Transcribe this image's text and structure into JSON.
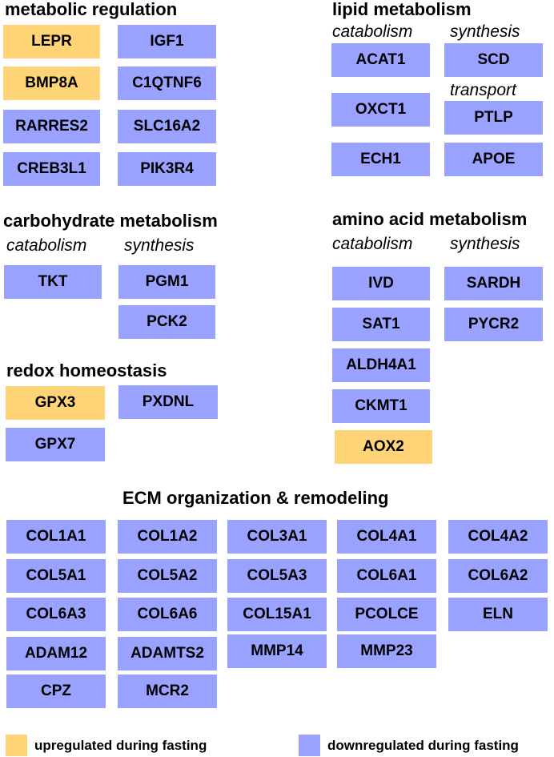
{
  "colors": {
    "up": "#fed476",
    "down": "#9aa2ff"
  },
  "sections": {
    "metabolic": {
      "title": "metabolic regulation",
      "genes": [
        "LEPR",
        "IGF1",
        "BMP8A",
        "C1QTNF6",
        "RARRES2",
        "SLC16A2",
        "CREB3L1",
        "PIK3R4"
      ],
      "regulation": [
        "up",
        "down",
        "up",
        "down",
        "down",
        "down",
        "down",
        "down"
      ]
    },
    "lipid": {
      "title": "lipid metabolism",
      "catabolism_label": "catabolism",
      "synthesis_label": "synthesis",
      "transport_label": "transport",
      "catabolism": [
        "ACAT1",
        "OXCT1",
        "ECH1"
      ],
      "synthesis": [
        "SCD"
      ],
      "transport": [
        "PTLP",
        "APOE"
      ]
    },
    "carbohydrate": {
      "title": "carbohydrate metabolism",
      "catabolism_label": "catabolism",
      "synthesis_label": "synthesis",
      "catabolism": [
        "TKT"
      ],
      "synthesis": [
        "PGM1",
        "PCK2"
      ]
    },
    "amino": {
      "title": "amino acid metabolism",
      "catabolism_label": "catabolism",
      "synthesis_label": "synthesis",
      "catabolism": [
        "IVD",
        "SAT1",
        "ALDH4A1",
        "CKMT1",
        "AOX2"
      ],
      "catabolism_regulation": [
        "down",
        "down",
        "down",
        "down",
        "up"
      ],
      "synthesis": [
        "SARDH",
        "PYCR2"
      ]
    },
    "redox": {
      "title": "redox homeostasis",
      "genes": [
        "GPX3",
        "PXDNL",
        "GPX7"
      ],
      "regulation": [
        "up",
        "down",
        "down"
      ]
    },
    "ecm": {
      "title": "ECM organization & remodeling",
      "genes": [
        "COL1A1",
        "COL1A2",
        "COL3A1",
        "COL4A1",
        "COL4A2",
        "COL5A1",
        "COL5A2",
        "COL5A3",
        "COL6A1",
        "COL6A2",
        "COL6A3",
        "COL6A6",
        "COL15A1",
        "PCOLCE",
        "ELN",
        "ADAM12",
        "ADAMTS2",
        "MMP14",
        "MMP23",
        "CPZ",
        "MCR2"
      ]
    }
  },
  "legend": {
    "up_label": "upregulated during fasting",
    "down_label": "downregulated during fasting"
  }
}
